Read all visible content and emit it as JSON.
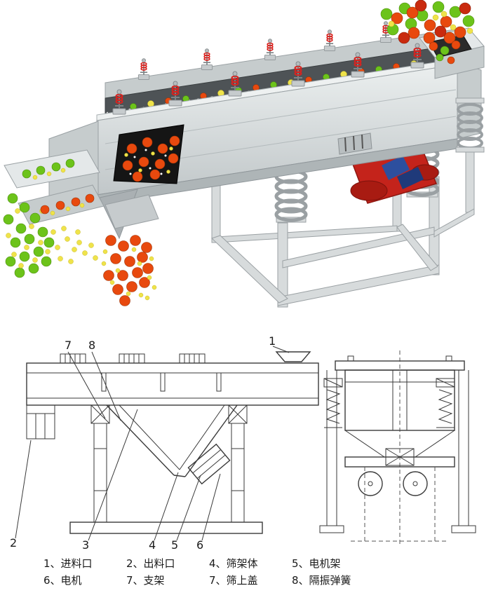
{
  "figure": {
    "name": "linear-vibrating-screen"
  },
  "callouts": {
    "c1": "1",
    "c2": "2",
    "c3": "3",
    "c4": "4",
    "c5": "5",
    "c6": "6",
    "c7": "7",
    "c8": "8"
  },
  "legend": {
    "items": [
      "1、进料口",
      "2、出料口",
      "4、筛架体",
      "5、电机架",
      "6、电机",
      "7、支架",
      "7、筛上盖",
      "8、隔振弹簧"
    ]
  },
  "colors": {
    "ball_orange": "#e8490e",
    "ball_red": "#c92a0e",
    "ball_green": "#6cc31a",
    "ball_yellow": "#efe34a",
    "machine_light": "#e4e8e9",
    "machine_mid": "#c6cccd",
    "machine_dark": "#949a9d",
    "motor_red": "#c4231b",
    "coil_red": "#d8231f",
    "line_dark": "#3a3a3a",
    "panel_black": "#151515",
    "strap_blue": "#2d4f9e"
  }
}
